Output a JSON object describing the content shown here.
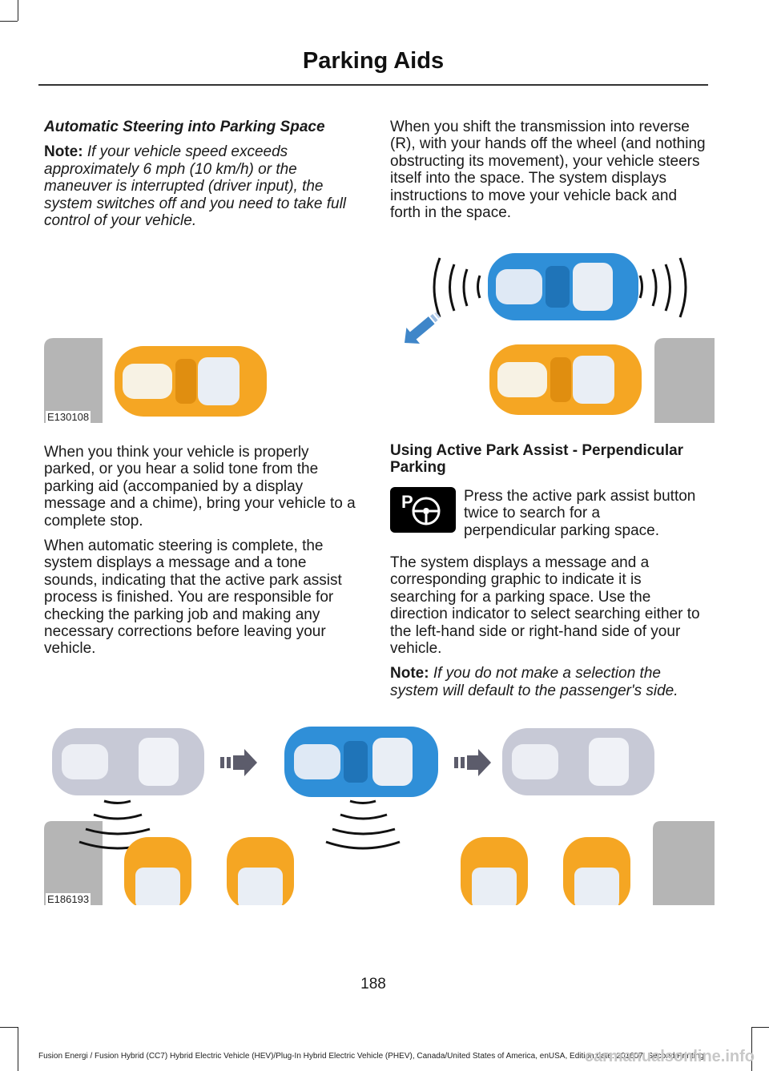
{
  "header": {
    "title": "Parking Aids"
  },
  "left_column": {
    "heading": "Automatic Steering into Parking Space",
    "note_label": "Note:",
    "note_text": " If your vehicle speed exceeds approximately 6 mph (10 km/h) or the maneuver is interrupted (driver input), the system switches off and you need to take full control of your vehicle.",
    "para1": "When you think your vehicle is properly parked, or you hear a solid tone from the parking aid (accompanied by a display message and a chime), bring your vehicle to a complete stop.",
    "para2": "When automatic steering is complete, the system displays a message and a tone sounds, indicating that the active park assist process is finished. You are responsible for checking the parking job and making any necessary corrections before leaving your vehicle."
  },
  "right_column": {
    "para1": "When you shift the transmission into reverse (R), with your hands off the wheel (and nothing obstructing its movement), your vehicle steers itself into the space. The system displays instructions to move your vehicle back and forth in the space.",
    "heading": "Using Active Park Assist - Perpendicular Parking",
    "icon_text": "Press the active park assist button twice to search for a perpendicular parking space.",
    "para2": "The system displays a message and a corresponding graphic to indicate it is searching for a parking space. Use the direction indicator to select searching either to the left-hand side or right-hand side of your vehicle.",
    "note_label": "Note:",
    "note_text": " If you do not make a selection the system will default to the passenger's side."
  },
  "figures": {
    "fig1_id": "E130108",
    "fig3_id": "E186193"
  },
  "page_number": "188",
  "footer": "Fusion Energi / Fusion Hybrid (CC7) Hybrid Electric Vehicle (HEV)/Plug-In Hybrid Electric Vehicle (PHEV), Canada/United States of America, enUSA, Edition date: 201607, Second Printing",
  "watermark": "carmanualsonline.info",
  "colors": {
    "blue_car": "#2f8fd8",
    "orange_car": "#f5a623",
    "grey_car": "#c7c9d6",
    "curb": "#b5b5b5"
  }
}
